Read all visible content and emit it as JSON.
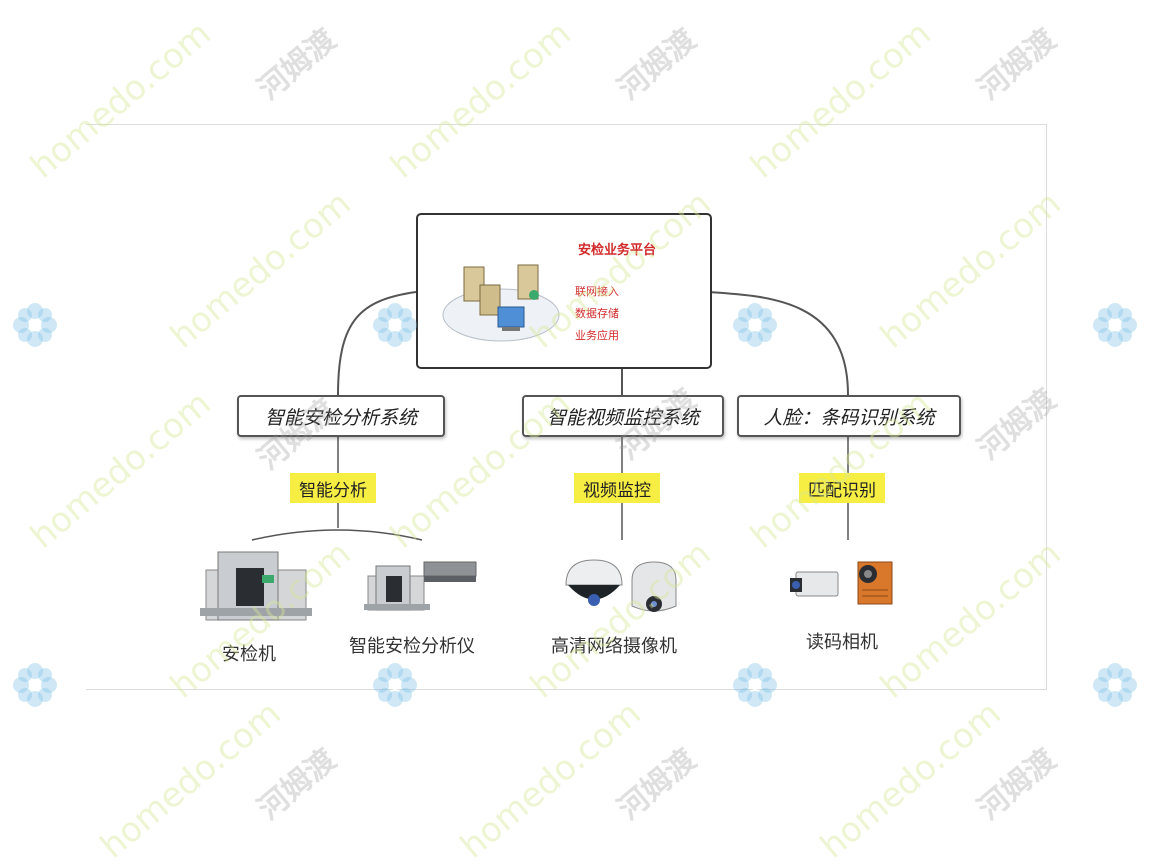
{
  "platform": {
    "title": "安检业务平台",
    "items": [
      "联网接入",
      "数据存储",
      "业务应用"
    ]
  },
  "systems": [
    {
      "label": "智能安检分析系统",
      "tag": "智能分析"
    },
    {
      "label": "智能视频监控系统",
      "tag": "视频监控"
    },
    {
      "label": "人脸：条码识别系统",
      "tag": "匹配识别"
    }
  ],
  "devices": [
    "安检机",
    "智能安检分析仪",
    "高清网络摄像机",
    "读码相机"
  ],
  "watermark": {
    "en": "homedo.com",
    "cn": "河姆渡"
  },
  "colors": {
    "tag_bg": "#f7ee43",
    "platform_text": "#d12a2a",
    "border": "#333333"
  }
}
